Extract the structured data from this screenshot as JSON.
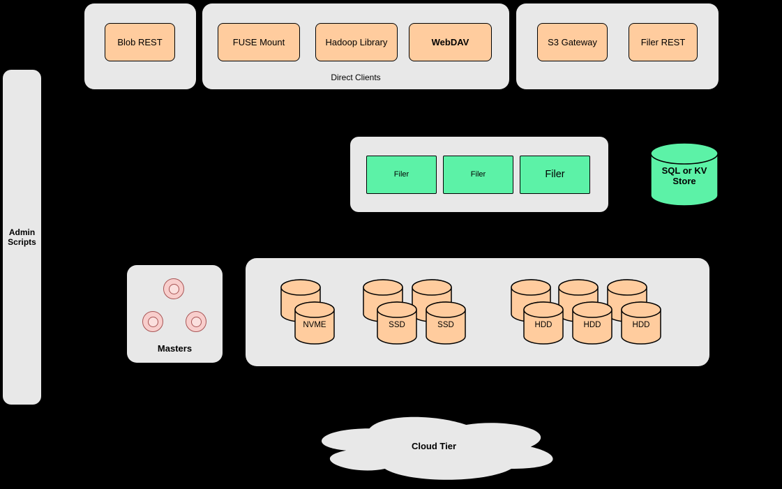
{
  "colors": {
    "background": "#000000",
    "panel": "#e8e8e8",
    "client_node": "#ffcc9e",
    "filer_node": "#5cf2a7",
    "master_node": "#f8cecc",
    "master_node_border": "#a85454",
    "node_border": "#000000"
  },
  "diagram": {
    "blob_panel": {
      "buttons": [
        {
          "label": "Blob REST"
        }
      ]
    },
    "clients_panel": {
      "caption": "Direct Clients",
      "buttons": [
        {
          "label": "FUSE Mount"
        },
        {
          "label": "Hadoop Library"
        },
        {
          "label": "WebDAV"
        }
      ]
    },
    "gateway_panel": {
      "buttons": [
        {
          "label": "S3 Gateway"
        },
        {
          "label": "Filer REST"
        }
      ]
    },
    "admin_panel": {
      "label": "Admin Scripts"
    },
    "filer_panel": {
      "filers": [
        {
          "label": "Filer"
        },
        {
          "label": "Filer"
        },
        {
          "label": "Filer"
        }
      ]
    },
    "kv_store": {
      "label": "SQL or KV Store"
    },
    "masters_panel": {
      "label": "Masters",
      "node_count": 3
    },
    "volume_panel": {
      "nvme_label": "NVME",
      "ssd_labels": [
        "SSD",
        "SSD"
      ],
      "hdd_labels": [
        "HDD",
        "HDD",
        "HDD"
      ]
    },
    "cloud": {
      "label": "Cloud Tier"
    }
  }
}
